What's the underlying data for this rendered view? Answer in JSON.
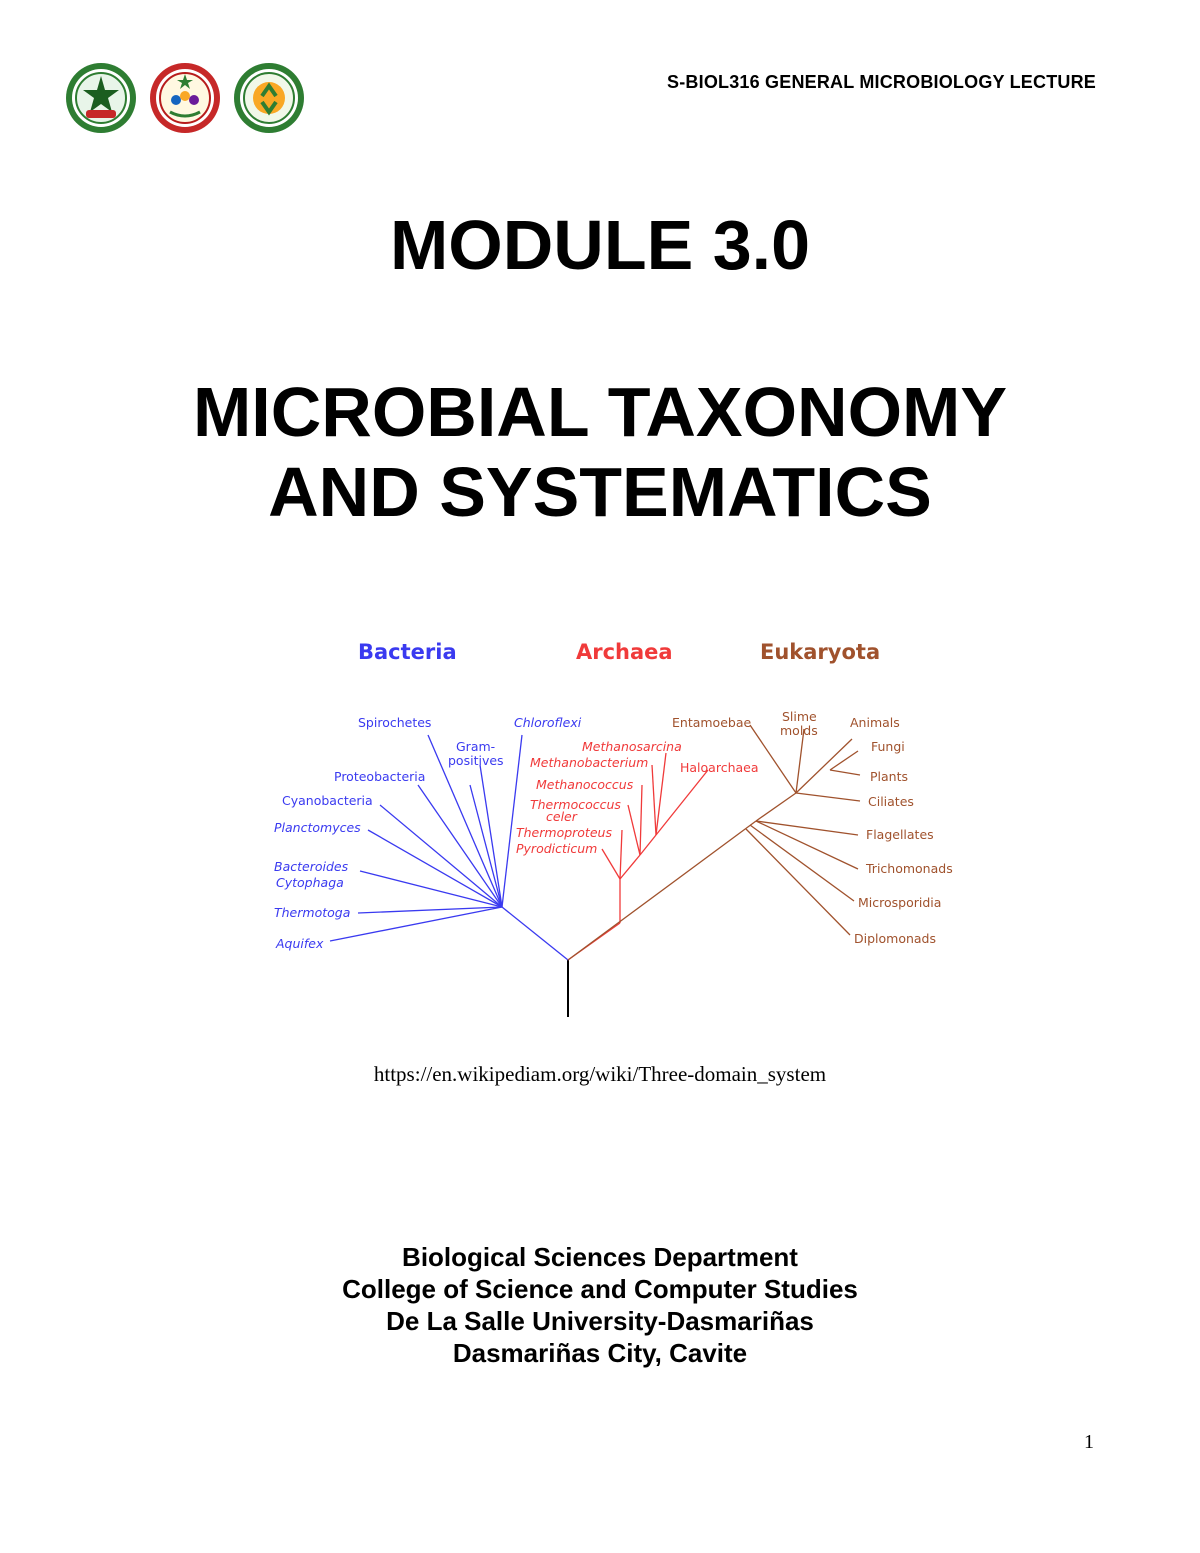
{
  "header": {
    "course_title": "S-BIOL316 GENERAL MICROBIOLOGY LECTURE",
    "logos": [
      "university-seal",
      "college-seal",
      "department-seal"
    ]
  },
  "title": {
    "module": "MODULE 3.0",
    "line1": "MICROBIAL TAXONOMY",
    "line2": "AND SYSTEMATICS"
  },
  "figure": {
    "domains": [
      {
        "name": "Bacteria",
        "color": "#3a3af0"
      },
      {
        "name": "Archaea",
        "color": "#f03a3a"
      },
      {
        "name": "Eukaryota",
        "color": "#a0522d"
      }
    ],
    "bacteria_labels": [
      "Spirochetes",
      "Chloroflexi",
      "Gram-",
      "positives",
      "Proteobacteria",
      "Cyanobacteria",
      "Planctomyces",
      "Bacteroides",
      "Cytophaga",
      "Thermotoga",
      "Aquifex"
    ],
    "archaea_labels": [
      "Methanosarcina",
      "Methanobacterium",
      "Haloarchaea",
      "Methanococcus",
      "Thermococcus",
      "celer",
      "Thermoproteus",
      "Pyrodicticum"
    ],
    "eukaryota_labels": [
      "Entamoebae",
      "Slime",
      "molds",
      "Animals",
      "Fungi",
      "Plants",
      "Ciliates",
      "Flagellates",
      "Trichomonads",
      "Microsporidia",
      "Diplomonads"
    ],
    "source_url": "https://en.wikipediam.org/wiki/Three-domain_system"
  },
  "footer": {
    "line1": "Biological Sciences Department",
    "line2": "College of Science and Computer Studies",
    "line3": "De La Salle University-Dasmariñas",
    "line4": "Dasmariñas City, Cavite"
  },
  "page_number": "1"
}
